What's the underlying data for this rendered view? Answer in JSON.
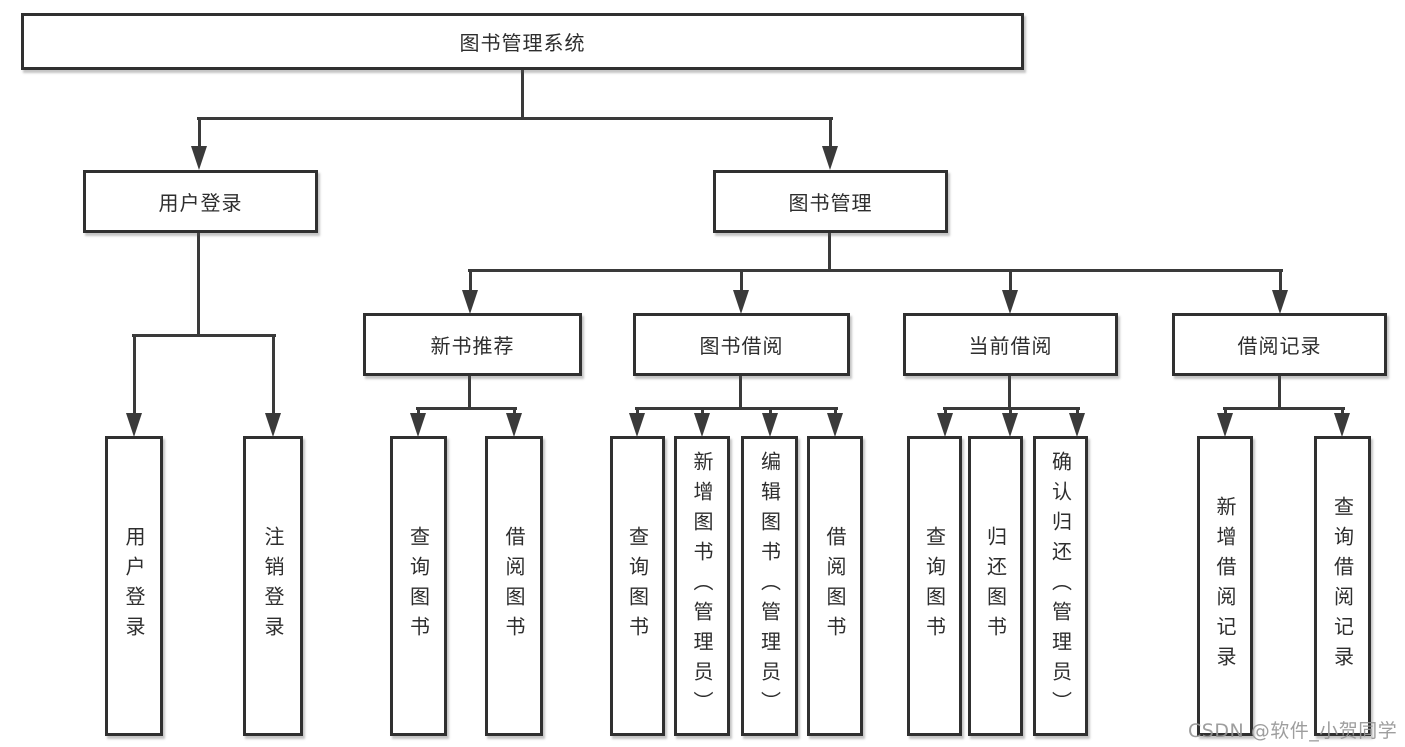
{
  "diagram": {
    "title": "图书管理系统",
    "nodes": {
      "root": "图书管理系统",
      "user_login": "用户登录",
      "book_mgmt": "图书管理",
      "new_book_rec": "新书推荐",
      "book_borrow": "图书借阅",
      "current_borrow": "当前借阅",
      "borrow_records": "借阅记录",
      "leaf_user_login": "用户登录",
      "leaf_logout": "注销登录",
      "leaf_nbr_query": "查询图书",
      "leaf_nbr_borrow": "借阅图书",
      "leaf_bb_query": "查询图书",
      "leaf_bb_add": "新增图书（管理员）",
      "leaf_bb_edit": "编辑图书（管理员）",
      "leaf_bb_borrow": "借阅图书",
      "leaf_cb_query": "查询图书",
      "leaf_cb_return": "归还图书",
      "leaf_cb_confirm": "确认归还（管理员）",
      "leaf_br_add": "新增借阅记录",
      "leaf_br_query": "查询借阅记录"
    },
    "hierarchy": {
      "图书管理系统": {
        "用户登录": [
          "用户登录",
          "注销登录"
        ],
        "图书管理": {
          "新书推荐": [
            "查询图书",
            "借阅图书"
          ],
          "图书借阅": [
            "查询图书",
            "新增图书（管理员）",
            "编辑图书（管理员）",
            "借阅图书"
          ],
          "当前借阅": [
            "查询图书",
            "归还图书",
            "确认归还（管理员）"
          ],
          "借阅记录": [
            "新增借阅记录",
            "查询借阅记录"
          ]
        }
      }
    }
  },
  "watermark": {
    "text": "CSDN @软件_小贺同学"
  },
  "colors": {
    "background": "#ffffff",
    "line": "#3a3a3a",
    "box_border": "#303030",
    "text": "#2e2e2e",
    "watermark": "#999999"
  }
}
